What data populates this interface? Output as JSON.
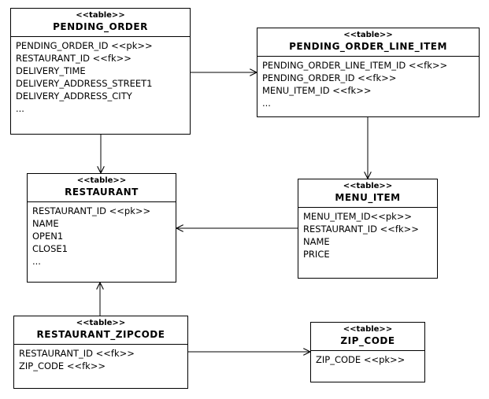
{
  "tables": {
    "pending_order": {
      "stereotype": "<<table>>",
      "name": "PENDING_ORDER",
      "columns": [
        "PENDING_ORDER_ID <<pk>>",
        "RESTAURANT_ID <<fk>>",
        "DELIVERY_TIME",
        "DELIVERY_ADDRESS_STREET1",
        "DELIVERY_ADDRESS_CITY",
        "..."
      ]
    },
    "pending_order_line_item": {
      "stereotype": "<<table>>",
      "name": "PENDING_ORDER_LINE_ITEM",
      "columns": [
        "PENDING_ORDER_LINE_ITEM_ID <<fk>>",
        "PENDING_ORDER_ID <<fk>>",
        "MENU_ITEM_ID <<fk>>",
        "..."
      ]
    },
    "restaurant": {
      "stereotype": "<<table>>",
      "name": "RESTAURANT",
      "columns": [
        "RESTAURANT_ID <<pk>>",
        "NAME",
        "OPEN1",
        "CLOSE1",
        "..."
      ]
    },
    "menu_item": {
      "stereotype": "<<table>>",
      "name": "MENU_ITEM",
      "columns": [
        "MENU_ITEM_ID<<pk>>",
        "RESTAURANT_ID <<fk>>",
        "NAME",
        "PRICE"
      ]
    },
    "restaurant_zipcode": {
      "stereotype": "<<table>>",
      "name": "RESTAURANT_ZIPCODE",
      "columns": [
        "RESTAURANT_ID <<fk>>",
        "ZIP_CODE <<fk>>"
      ]
    },
    "zip_code": {
      "stereotype": "<<table>>",
      "name": "ZIP_CODE",
      "columns": [
        "ZIP_CODE <<pk>>"
      ]
    }
  },
  "relationships": [
    {
      "from": "PENDING_ORDER",
      "to": "PENDING_ORDER_LINE_ITEM"
    },
    {
      "from": "PENDING_ORDER",
      "to": "RESTAURANT"
    },
    {
      "from": "PENDING_ORDER_LINE_ITEM",
      "to": "MENU_ITEM"
    },
    {
      "from": "MENU_ITEM",
      "to": "RESTAURANT"
    },
    {
      "from": "RESTAURANT_ZIPCODE",
      "to": "RESTAURANT"
    },
    {
      "from": "RESTAURANT_ZIPCODE",
      "to": "ZIP_CODE"
    }
  ]
}
